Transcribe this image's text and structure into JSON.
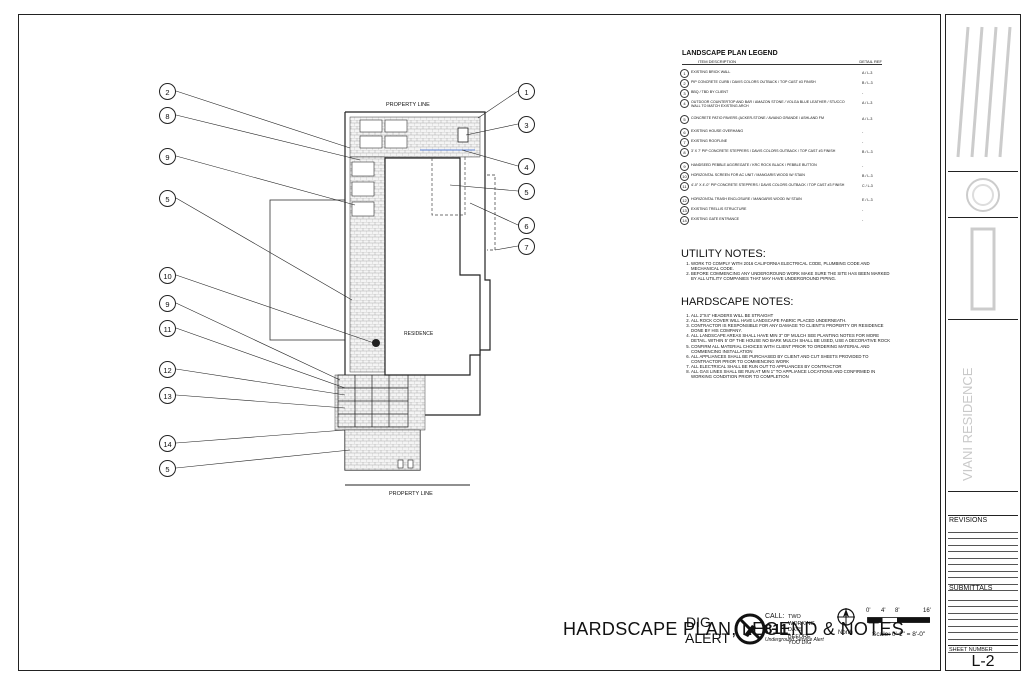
{
  "legend": {
    "title": "LANDSCAPE PLAN LEGEND",
    "col_item": "ITEM DESCRIPTION",
    "col_ref": "DETAIL REF",
    "items": [
      {
        "num": "1",
        "desc": "EXISTING BRICK WALL",
        "ref": "A / L-3"
      },
      {
        "num": "2",
        "desc": "PIP CONCRETE CURB / DAVIS COLORS OUTBACK / TOP CAST #3 FINISH",
        "ref": "B / L-3"
      },
      {
        "num": "3",
        "desc": "BBQ / TBD BY CLIENT",
        "ref": "-"
      },
      {
        "num": "4",
        "desc": "OUTDOOR COUNTERTOP AND BAR / AMAZON STONE / VOLGA BLUE LEATHER / STUCCO WALL TO MATCH EXISTING ARCH",
        "ref": "A / L-3"
      },
      {
        "num": "5",
        "desc": "CONCRETE PATIO PAVERS (ACKER-STONE / AVIANO GRANDE / ASHLAND FM",
        "ref": "A / L-3"
      },
      {
        "num": "6",
        "desc": "EXISTING HOUSE OVERHANG",
        "ref": "-"
      },
      {
        "num": "7",
        "desc": "EXISTING ROOFLINE",
        "ref": "-"
      },
      {
        "num": "8",
        "desc": "3' X 7' PIP CONCRETE STEPPERS / DAVIS COLORS OUTBACK / TOP CAST #3 FINISH",
        "ref": "B / L-3"
      },
      {
        "num": "9",
        "desc": "HANDSEED PEBBLE AGGREGATE / KRC ROCK BLACK / PEBBLE BUTTON",
        "ref": "-"
      },
      {
        "num": "10",
        "desc": "HORIZONTAL SCREEN FOR AC UNIT / MANGARIS WOOD W/ STAIN",
        "ref": "B / L-3"
      },
      {
        "num": "11",
        "desc": "4'-0\" X 4'-0\" PIP CONCRETE STEPPERS / DAVIS COLORS OUTBACK / TOP CAST #3 FINISH",
        "ref": "C / L-3"
      },
      {
        "num": "12",
        "desc": "HORIZONTAL TRASH ENCLOSURE / MANGARIS WOOD W/ STAIN",
        "ref": "E / L-3"
      },
      {
        "num": "13",
        "desc": "EXISTING TRELLIS STRUCTURE",
        "ref": "-"
      },
      {
        "num": "14",
        "desc": "EXISTING GATE ENTRANCE",
        "ref": "-"
      }
    ]
  },
  "utility": {
    "title": "UTILITY NOTES:",
    "items": [
      "WORK TO COMPLY WITH 2016 CALIFORNIA ELECTRICAL CODE, PLUMBING CODE AND MECHANICAL CODE.",
      "BEFORE COMMENCING ANY UNDERGROUND WORK MAKE SURE THE SITE HAS BEEN MARKED BY ALL UTILITY COMPANIES THAT MAY HAVE UNDERGROUND PIPING."
    ]
  },
  "hardscape": {
    "title": "HARDSCAPE NOTES:",
    "items": [
      "ALL 2\"X4\" HEADERS WILL BE STRAIGHT",
      "ALL ROCK COVER WILL HAVE LANDSCAPE FABRIC PLACED UNDERNEATH.",
      "CONTRACTOR IS RESPONSIBLE FOR ANY DAMAGE TO CLIENT'S PROPERTY OR RESIDENCE DONE BY HIS COMPANY.",
      "ALL LANDSCAPE AREAS SHALL HAVE MIN 3\" OF MULCH SEE PLANTING NOTES FOR MORE DETAIL. WITHIN 5' OF THE HOUSE NO BARK MULCH SHALL BE USED, USE A DECORATIVE ROCK",
      "CONFIRM ALL MATERIAL CHOICES WITH CLIENT PRIOR TO ORDERING MATERIAL AND COMMENCING INSTALLATION",
      "ALL APPLIANCES SHALL BE PURCHASED BY CLIENT AND CUT SHEETS PROVIDED TO CONTRACTOR PRIOR TO COMMENCING WORK",
      "ALL ELECTRICAL SHALL BE RUN OUT TO APPLIANCES BY CONTRACTOR",
      "ALL GAS LINES SHALL BE RUN AT MIN 1\" TO APPLIANCE LOCATIONS AND CONFIRMED IN WORKING CONDITION PRIOR TO COMPLETION"
    ]
  },
  "plan": {
    "property_line_top": "PROPERTY LINE",
    "property_line_bottom": "PROPERTY LINE",
    "residence": "RESIDENCE",
    "callouts": [
      "1",
      "2",
      "3",
      "4",
      "5",
      "6",
      "7",
      "8",
      "9",
      "5",
      "10",
      "9",
      "11",
      "12",
      "13",
      "14",
      "5"
    ]
  },
  "digalert": {
    "dig": "DIG",
    "alert": "ALERT",
    "number": "811",
    "call": "CALL:",
    "call_text": "TWO WORKING DAYS BEFORE YOU DIG",
    "usa": "Underground Service Alert"
  },
  "scale": {
    "north": "North",
    "ticks": [
      "0'",
      "4'",
      "8'",
      "16'"
    ],
    "text": "Scale: 0'-1\" = 8'-0\""
  },
  "sheet_title": "HARDSCAPE PLAN, LEGEND & NOTES",
  "titleblock": {
    "project": "VIANI RESIDENCE",
    "revisions": "REVISIONS",
    "submittals": "SUBMITTALS",
    "sheet_number_label": "SHEET NUMBER",
    "sheet_number": "L-2"
  }
}
